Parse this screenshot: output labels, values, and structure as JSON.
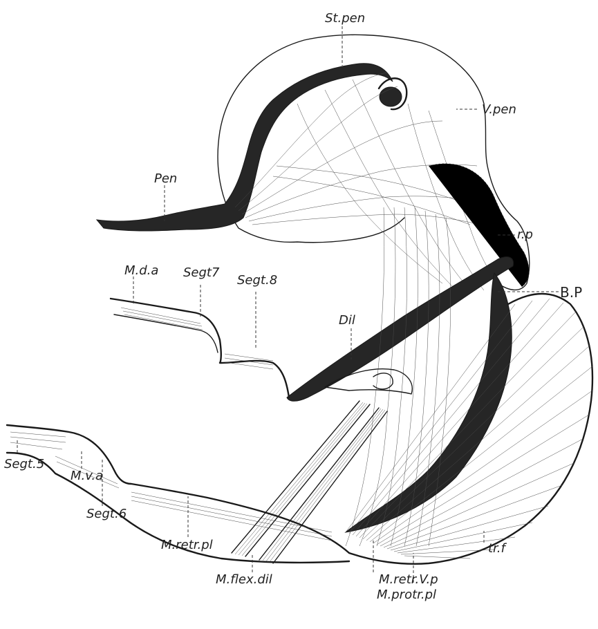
{
  "labels": {
    "st_pen": "St.pen",
    "v_pen": "V.pen",
    "pen": "Pen",
    "r_p": "r.p",
    "b_p": "B.P",
    "m_d_a": "M.d.a",
    "segt7": "Segt7",
    "segt8": "Segt.8",
    "dil": "Dil",
    "segt5": "Segt.5",
    "m_v_a": "M.v.a",
    "segt6": "Segt.6",
    "m_retr_pl": "M.retr.pl",
    "m_flex_dil": "M.flex.dil",
    "m_retr_v_p": "M.retr.V.p",
    "m_protr_pl": "M.protr.pl",
    "tr_f": "tr.f"
  }
}
